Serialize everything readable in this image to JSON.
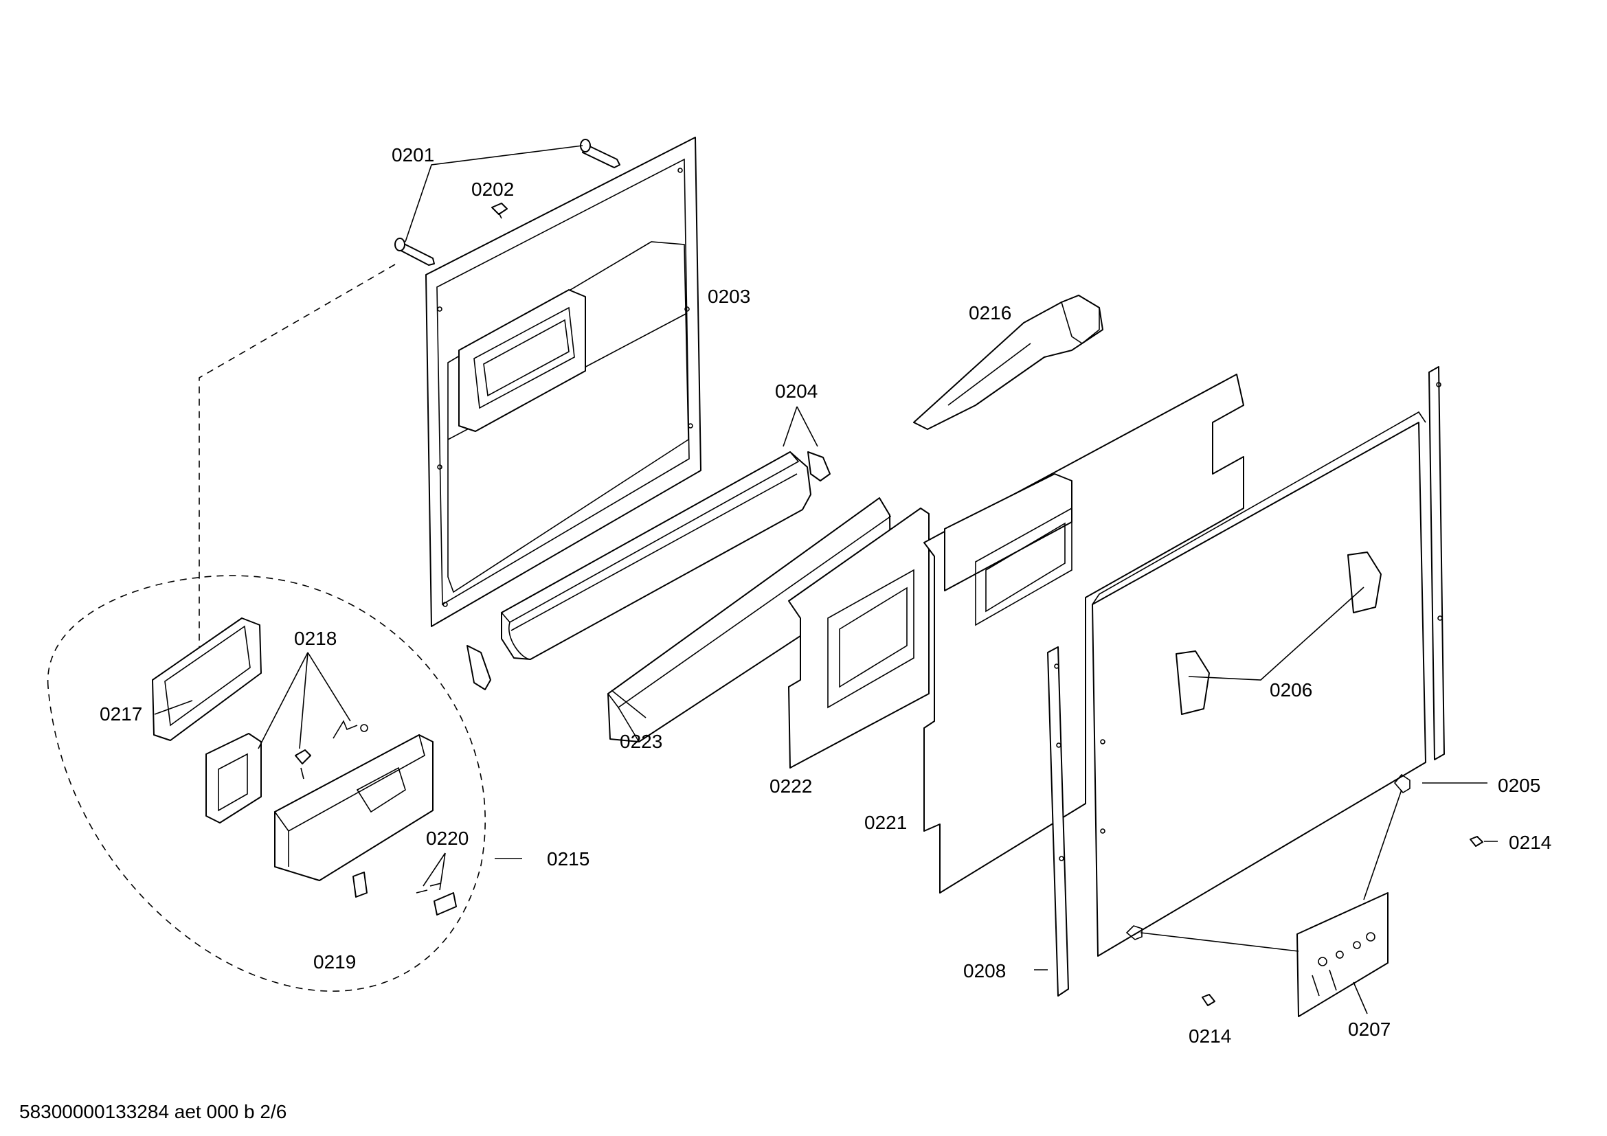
{
  "labels": {
    "p0201": "0201",
    "p0202": "0202",
    "p0203": "0203",
    "p0204": "0204",
    "p0205": "0205",
    "p0206": "0206",
    "p0207": "0207",
    "p0208": "0208",
    "p0214a": "0214",
    "p0214b": "0214",
    "p0215": "0215",
    "p0216": "0216",
    "p0217": "0217",
    "p0218": "0218",
    "p0219": "0219",
    "p0220": "0220",
    "p0221": "0221",
    "p0222": "0222",
    "p0223": "0223"
  },
  "footer": "58300000133284 aet 000 b 2/6"
}
